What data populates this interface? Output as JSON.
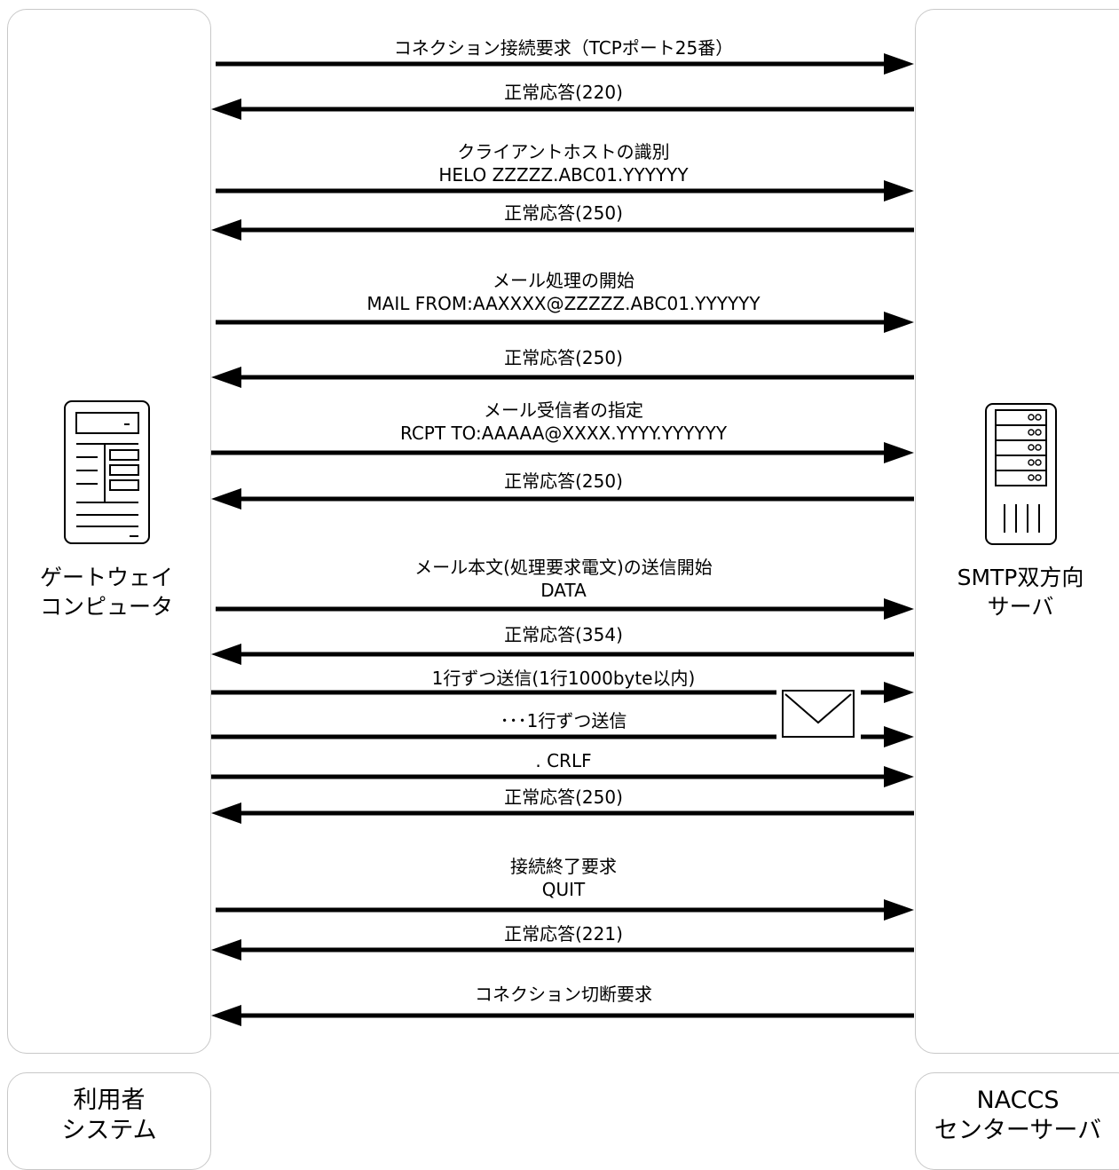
{
  "left_system": {
    "node_label_line1": "ゲートウェイ",
    "node_label_line2": "コンピュータ",
    "footer_line1": "利用者",
    "footer_line2": "システム",
    "icon": "gateway-computer-icon"
  },
  "right_system": {
    "node_label_line1": "SMTP双方向",
    "node_label_line2": "サーバ",
    "footer_line1": "NACCS",
    "footer_line2": "センターサーバ",
    "icon": "server-rack-icon"
  },
  "messages": [
    {
      "id": "m1",
      "dir": "right",
      "line1": "コネクション接続要求（TCPポート25番）"
    },
    {
      "id": "m2",
      "dir": "left",
      "line1": "正常応答(220)"
    },
    {
      "id": "m3",
      "dir": "right",
      "line1": "クライアントホストの識別",
      "line2": "HELO ZZZZZ.ABC01.YYYYYY"
    },
    {
      "id": "m4",
      "dir": "left",
      "line1": "正常応答(250)"
    },
    {
      "id": "m5",
      "dir": "right",
      "line1": "メール処理の開始",
      "line2": "MAIL FROM:AAXXXX@ZZZZZ.ABC01.YYYYYY"
    },
    {
      "id": "m6",
      "dir": "left",
      "line1": "正常応答(250)"
    },
    {
      "id": "m7",
      "dir": "right",
      "line1": "メール受信者の指定",
      "line2": "RCPT TO:AAAAA@XXXX.YYYY.YYYYYY"
    },
    {
      "id": "m8",
      "dir": "left",
      "line1": "正常応答(250)"
    },
    {
      "id": "m9",
      "dir": "right",
      "line1": "メール本文(処理要求電文)の送信開始",
      "line2": "DATA"
    },
    {
      "id": "m10",
      "dir": "left",
      "line1": "正常応答(354)"
    },
    {
      "id": "m11",
      "dir": "right",
      "line1": "1行ずつ送信(1行1000byte以内)"
    },
    {
      "id": "m12",
      "dir": "right",
      "line1": "･･･1行ずつ送信"
    },
    {
      "id": "m13",
      "dir": "right",
      "line1": ". CRLF"
    },
    {
      "id": "m14",
      "dir": "left",
      "line1": "正常応答(250)"
    },
    {
      "id": "m15",
      "dir": "right",
      "line1": "接続終了要求",
      "line2": "QUIT"
    },
    {
      "id": "m16",
      "dir": "left",
      "line1": "正常応答(221)"
    },
    {
      "id": "m17",
      "dir": "left",
      "line1": "コネクション切断要求"
    }
  ],
  "envelope_icon": "envelope-icon"
}
